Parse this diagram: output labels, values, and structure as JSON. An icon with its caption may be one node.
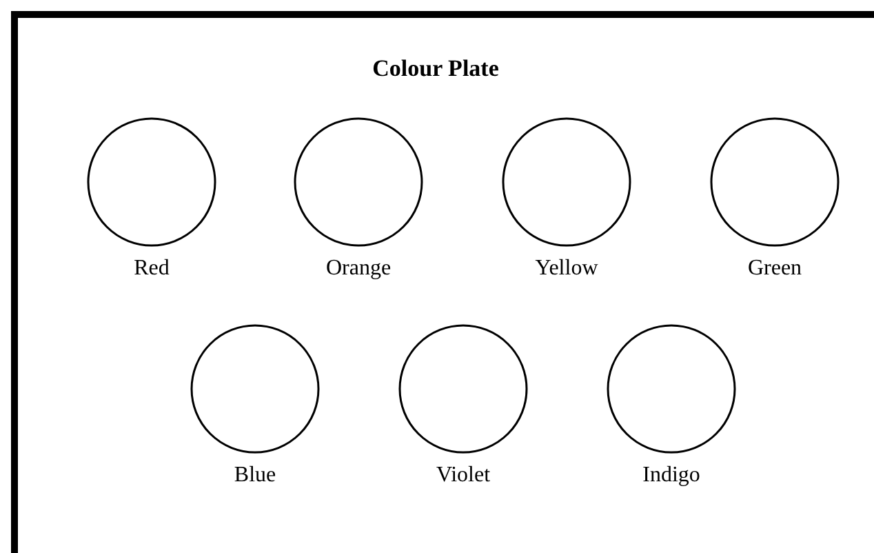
{
  "diagram": {
    "title": "Colour Plate",
    "nodes": [
      {
        "text": [],
        "shape": "circle",
        "beside": [
          "Red"
        ]
      },
      {
        "text": [],
        "shape": "circle",
        "beside": [
          "Orange"
        ]
      },
      {
        "text": [],
        "shape": "circle",
        "beside": [
          "Yellow"
        ]
      },
      {
        "text": [],
        "shape": "circle",
        "beside": [
          "Green"
        ]
      },
      {
        "text": [],
        "shape": "circle",
        "beside": [
          "Blue"
        ]
      },
      {
        "text": [],
        "shape": "circle",
        "beside": [
          "Violet"
        ]
      },
      {
        "text": [],
        "shape": "circle",
        "beside": [
          "Indigo"
        ]
      }
    ]
  }
}
